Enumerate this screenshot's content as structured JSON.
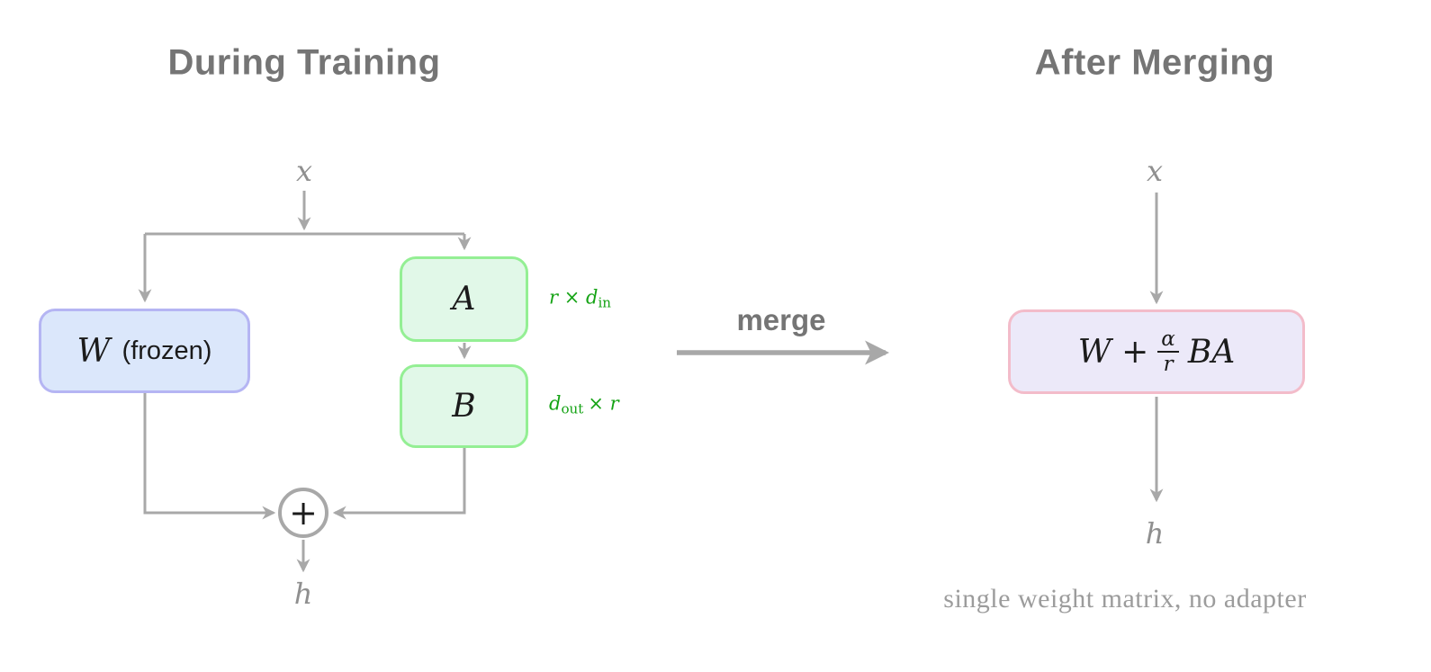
{
  "colors": {
    "arrow": "#a8a8a8",
    "title": "#757575",
    "mathGray": "#8f8f8f",
    "ink": "#1b1b1b",
    "green": "#15a315",
    "wFill": "#dbe7fb",
    "wBorder": "#b5b5f3",
    "abFill": "#e1f8e8",
    "abBorder": "#94ef94",
    "mergedFill": "#ece9f9",
    "mergedBorder": "#f3bcca",
    "caption": "#9c9c9c"
  },
  "left": {
    "title": "During Training",
    "input_label": "x",
    "w_box": {
      "math": "W",
      "note": "(frozen)"
    },
    "a_box": {
      "label": "A"
    },
    "b_box": {
      "label": "B"
    },
    "a_dim": {
      "pre": "r × d",
      "sub": "in",
      "post": ""
    },
    "b_dim": {
      "pre": "d",
      "sub": "out",
      "post": "× r"
    },
    "sum_symbol": "+",
    "output_label": "h"
  },
  "merge": {
    "label": "merge"
  },
  "right": {
    "title": "After Merging",
    "input_label": "x",
    "merged_box": {
      "pre": "W +",
      "frac_num": "α",
      "frac_den": "r",
      "post": "BA"
    },
    "output_label": "h",
    "caption": "single weight matrix, no adapter"
  }
}
